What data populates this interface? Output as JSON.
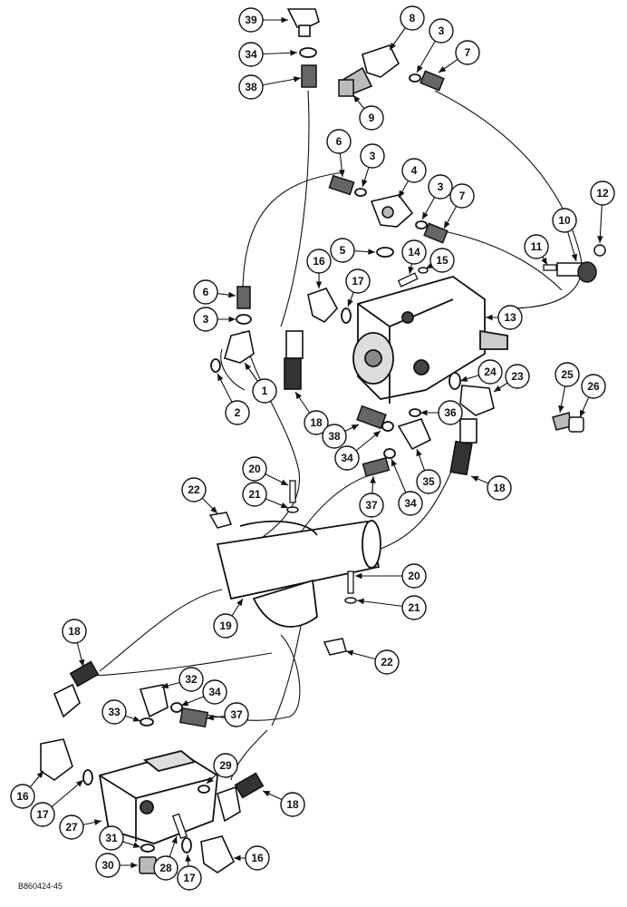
{
  "diagram": {
    "reference_code": "B860424-45",
    "callouts": [
      {
        "id": "c39",
        "label": "39"
      },
      {
        "id": "c34a",
        "label": "34"
      },
      {
        "id": "c38a",
        "label": "38"
      },
      {
        "id": "c8",
        "label": "8"
      },
      {
        "id": "c3a",
        "label": "3"
      },
      {
        "id": "c7a",
        "label": "7"
      },
      {
        "id": "c9",
        "label": "9"
      },
      {
        "id": "c6a",
        "label": "6"
      },
      {
        "id": "c3b",
        "label": "3"
      },
      {
        "id": "c4",
        "label": "4"
      },
      {
        "id": "c3c",
        "label": "3"
      },
      {
        "id": "c7b",
        "label": "7"
      },
      {
        "id": "c12",
        "label": "12"
      },
      {
        "id": "c10",
        "label": "10"
      },
      {
        "id": "c11",
        "label": "11"
      },
      {
        "id": "c5",
        "label": "5"
      },
      {
        "id": "c14",
        "label": "14"
      },
      {
        "id": "c15",
        "label": "15"
      },
      {
        "id": "c16a",
        "label": "16"
      },
      {
        "id": "c17a",
        "label": "17"
      },
      {
        "id": "c6b",
        "label": "6"
      },
      {
        "id": "c3d",
        "label": "3"
      },
      {
        "id": "c13",
        "label": "13"
      },
      {
        "id": "c2",
        "label": "2"
      },
      {
        "id": "c1",
        "label": "1"
      },
      {
        "id": "c24",
        "label": "24"
      },
      {
        "id": "c23",
        "label": "23"
      },
      {
        "id": "c25",
        "label": "25"
      },
      {
        "id": "c26",
        "label": "26"
      },
      {
        "id": "c18a",
        "label": "18"
      },
      {
        "id": "c38b",
        "label": "38"
      },
      {
        "id": "c36",
        "label": "36"
      },
      {
        "id": "c34b",
        "label": "34"
      },
      {
        "id": "c35",
        "label": "35"
      },
      {
        "id": "c18b",
        "label": "18"
      },
      {
        "id": "c20a",
        "label": "20"
      },
      {
        "id": "c21a",
        "label": "21"
      },
      {
        "id": "c22a",
        "label": "22"
      },
      {
        "id": "c37a",
        "label": "37"
      },
      {
        "id": "c34c",
        "label": "34"
      },
      {
        "id": "c20b",
        "label": "20"
      },
      {
        "id": "c21b",
        "label": "21"
      },
      {
        "id": "c19",
        "label": "19"
      },
      {
        "id": "c22b",
        "label": "22"
      },
      {
        "id": "c18c",
        "label": "18"
      },
      {
        "id": "c32",
        "label": "32"
      },
      {
        "id": "c34d",
        "label": "34"
      },
      {
        "id": "c33",
        "label": "33"
      },
      {
        "id": "c37b",
        "label": "37"
      },
      {
        "id": "c29",
        "label": "29"
      },
      {
        "id": "c16b",
        "label": "16"
      },
      {
        "id": "c17b",
        "label": "17"
      },
      {
        "id": "c18d",
        "label": "18"
      },
      {
        "id": "c27",
        "label": "27"
      },
      {
        "id": "c31",
        "label": "31"
      },
      {
        "id": "c30",
        "label": "30"
      },
      {
        "id": "c28",
        "label": "28"
      },
      {
        "id": "c17c",
        "label": "17"
      },
      {
        "id": "c16c",
        "label": "16"
      }
    ]
  }
}
